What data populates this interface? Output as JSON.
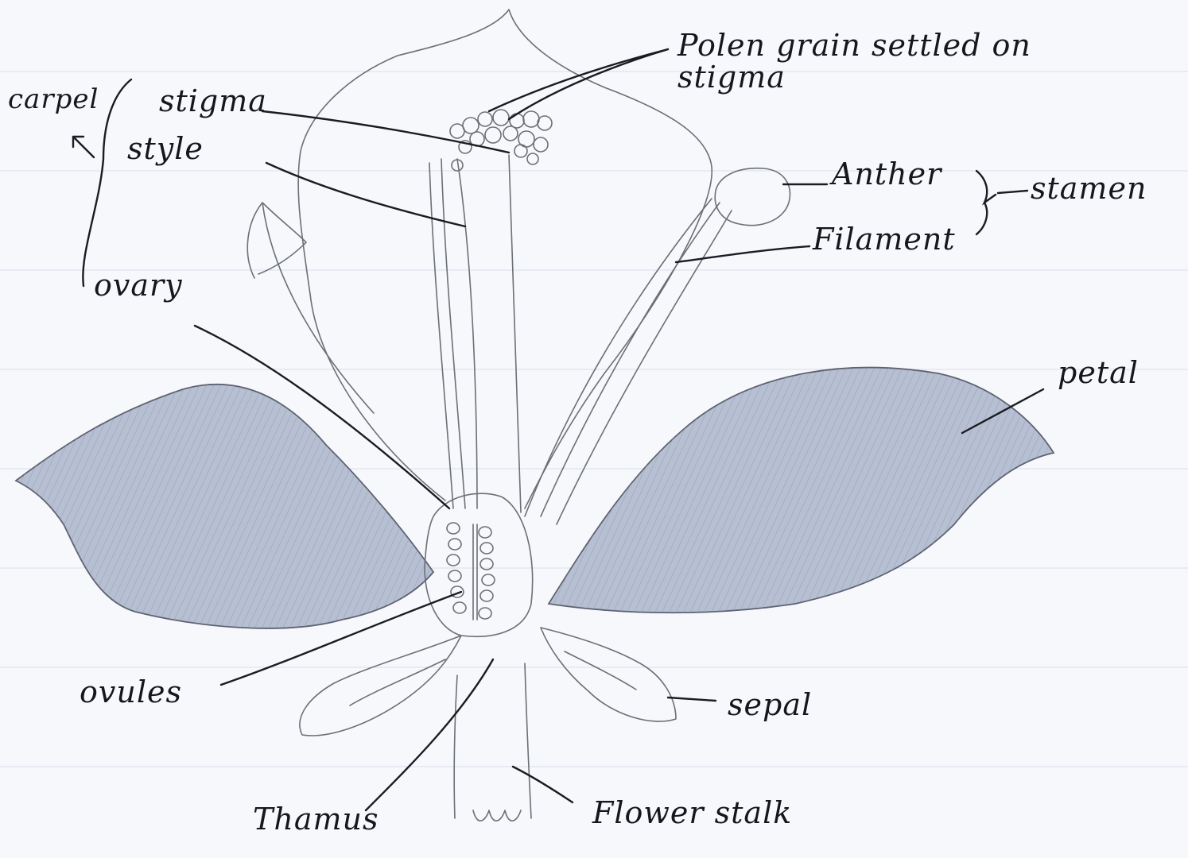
{
  "diagram": {
    "labels": {
      "carpel": "carpel",
      "stigma": "stigma",
      "style": "style",
      "pollen": "Polen grain settled on stigma",
      "anther": "Anther",
      "stamen": "stamen",
      "filament": "Filament",
      "ovary": "ovary",
      "petal": "petal",
      "ovules": "ovules",
      "sepal": "sepal",
      "thalamus": "Thamus",
      "flower_stalk": "Flower stalk"
    },
    "colors": {
      "shading": "#aeb7cc",
      "pencil": "#6d6f77",
      "ink": "#1b1b22",
      "paper": "#f7f8fb"
    }
  }
}
